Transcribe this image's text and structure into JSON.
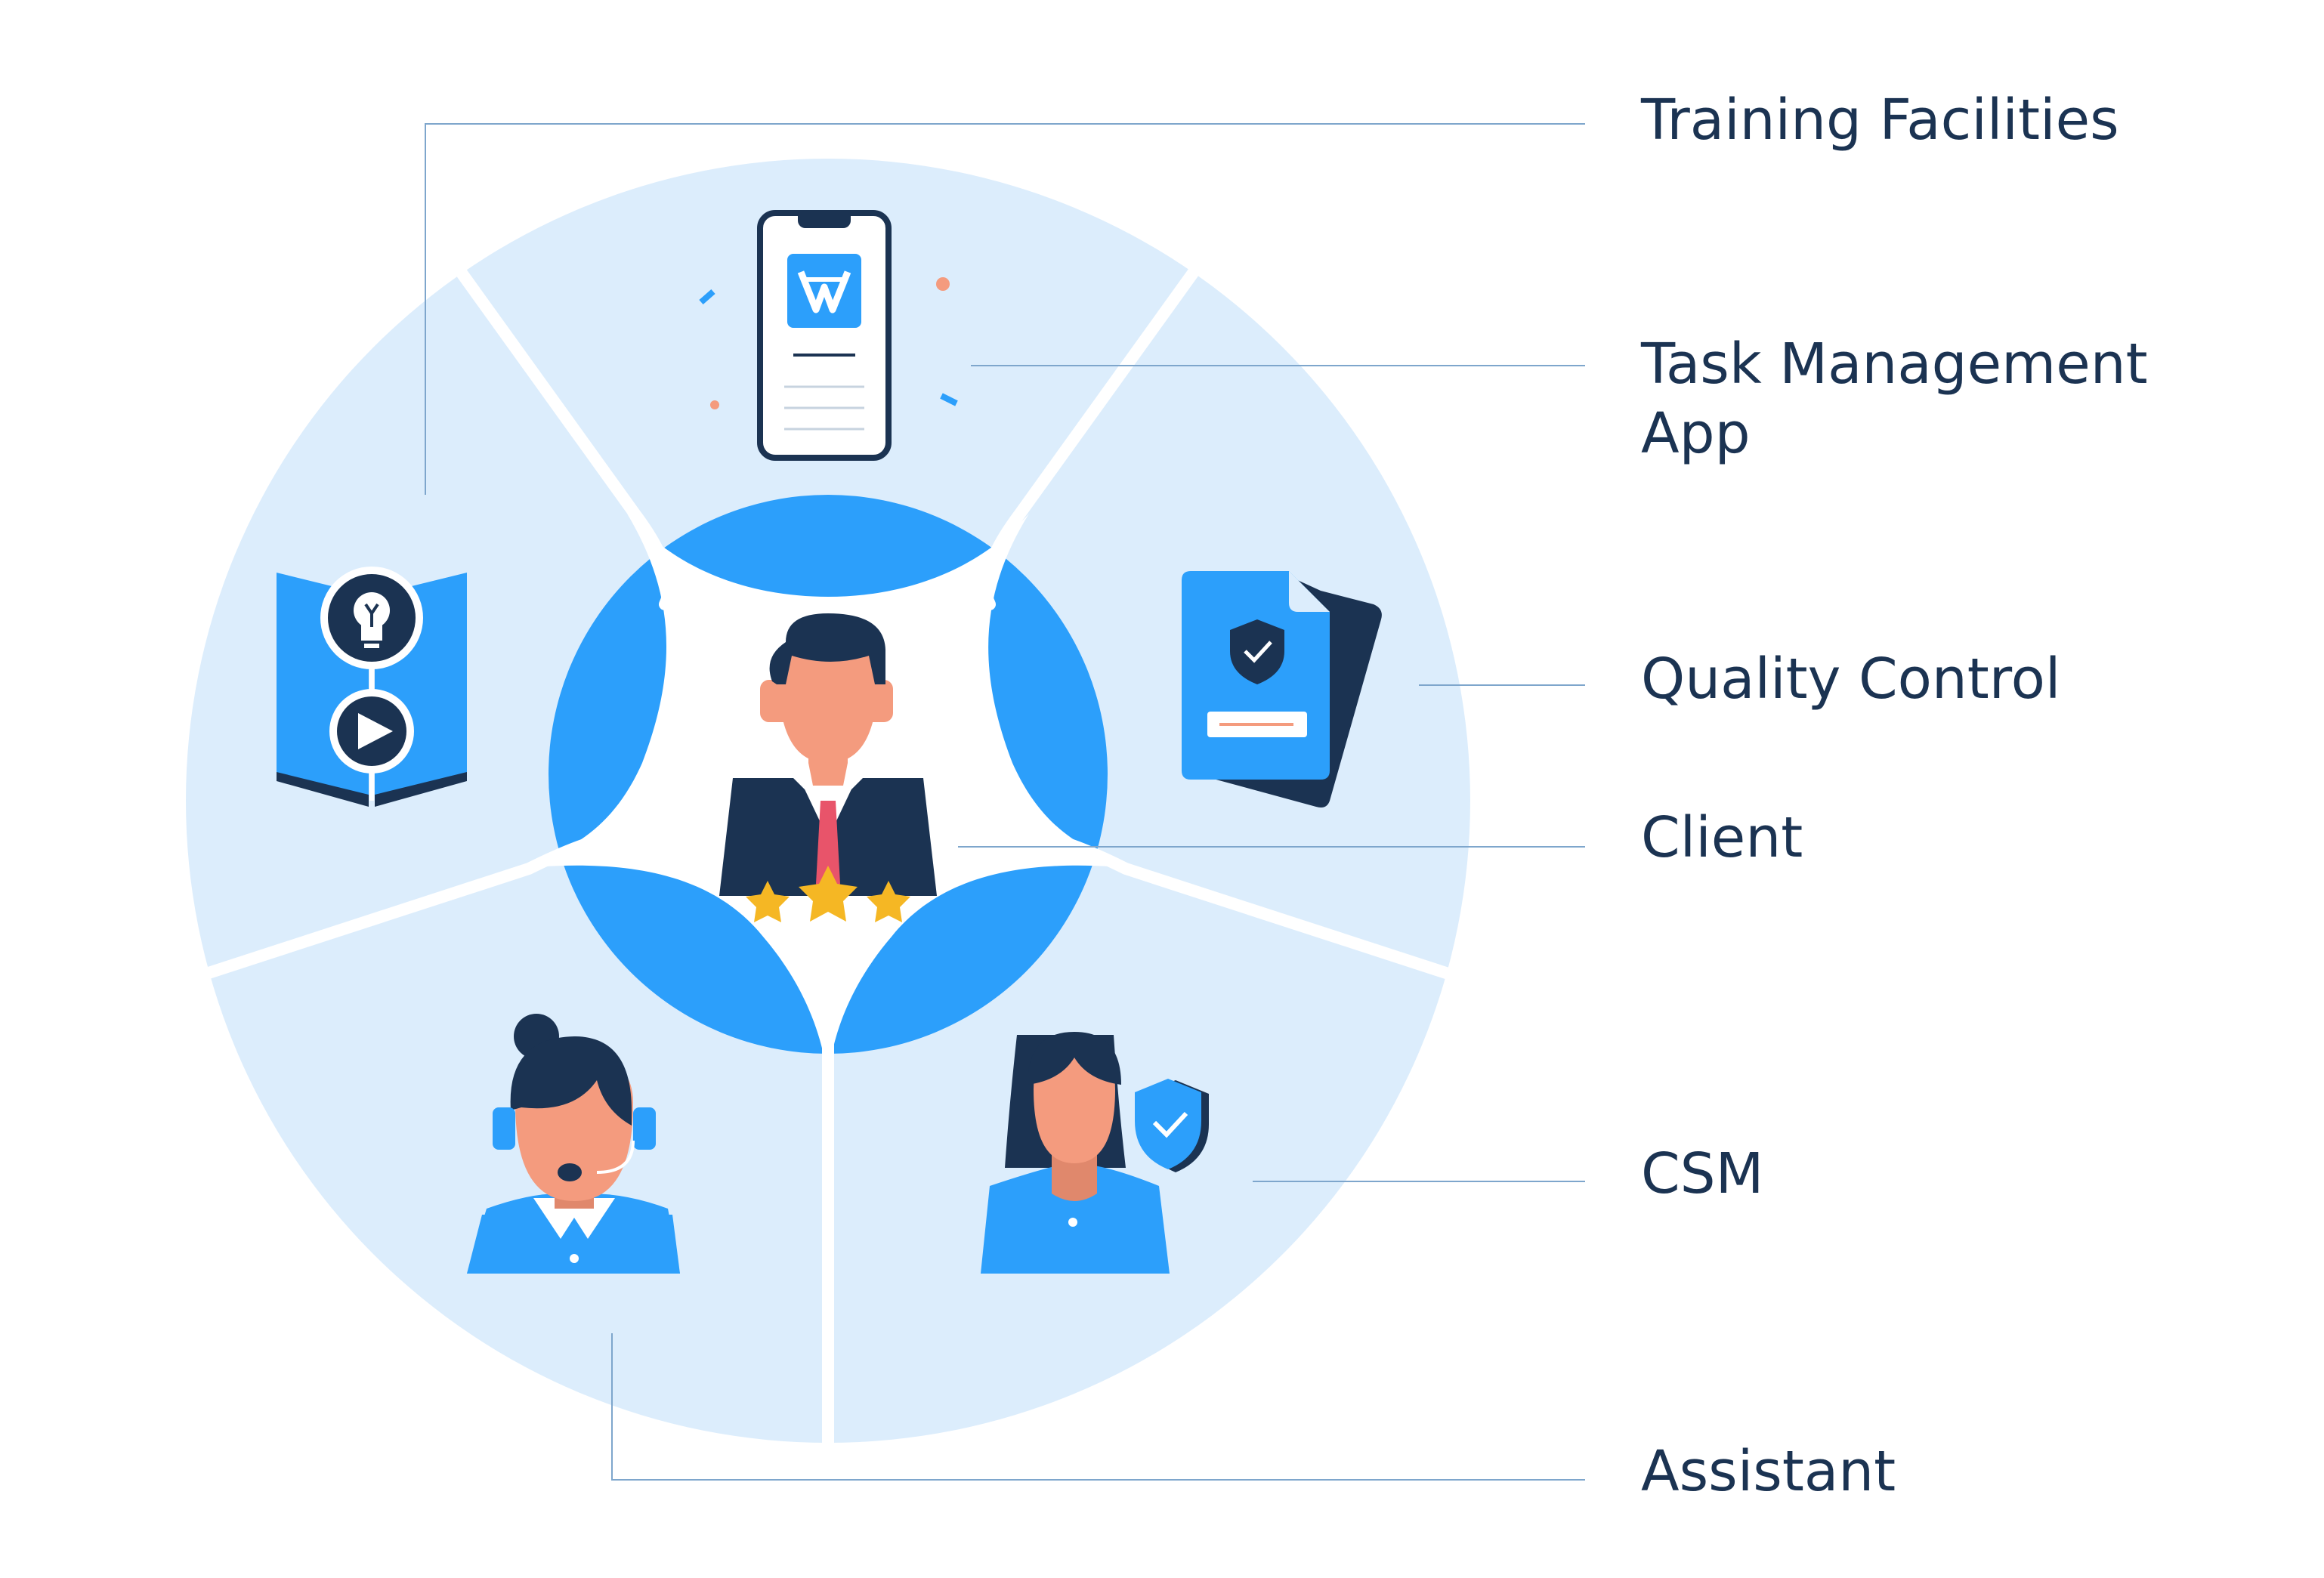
{
  "labels": {
    "training_facilities": "Training Facilities",
    "task_management_line1": "Task Management",
    "task_management_line2": "App",
    "quality_control": "Quality Control",
    "client": "Client",
    "csm": "CSM",
    "assistant": "Assistant"
  },
  "icons": {
    "training": "book-lightbulb-play-icon",
    "app": "smartphone-app-icon",
    "quality": "document-shield-check-icon",
    "client": "businessman-rating-stars-icon",
    "csm": "woman-shield-check-icon",
    "assistant": "headset-support-agent-icon"
  },
  "colors": {
    "light_blue": "#dcedfc",
    "accent_blue": "#2c9ffb",
    "navy": "#1b3352",
    "skin": "#f49b7e",
    "star": "#f5b724",
    "tie": "#e8546a",
    "leader_line": "#7ea6cc"
  }
}
